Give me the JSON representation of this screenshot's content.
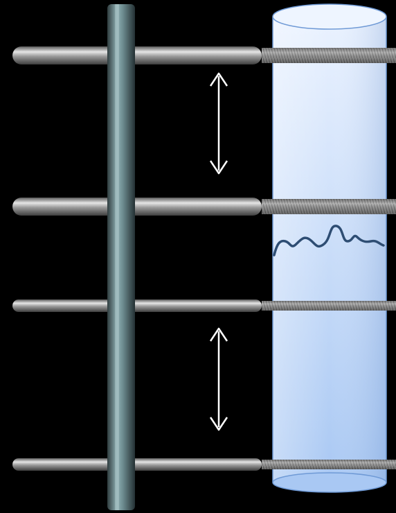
{
  "diagram": {
    "background_color": "#000000",
    "cylinder": {
      "name": "transparent-tube",
      "fill_top": "#eaf2ff",
      "fill_bottom": "#a9c8f3",
      "edge_color": "#6f9ad6"
    },
    "vertical_post": {
      "name": "vertical-support-rod",
      "color": "#6f8e92"
    },
    "horizontal_rods": [
      {
        "name": "rod-1",
        "threaded_end": true
      },
      {
        "name": "rod-2",
        "threaded_end": true
      },
      {
        "name": "rod-3",
        "threaded_end": true
      },
      {
        "name": "rod-4",
        "threaded_end": true
      }
    ],
    "rod_color": "#9a9a9a",
    "thread_color": "#7a7a7a",
    "arrows": [
      {
        "name": "spacing-arrow-upper",
        "icon": "double-headed-vertical-arrow-icon",
        "color": "#ffffff"
      },
      {
        "name": "spacing-arrow-lower",
        "icon": "double-headed-vertical-arrow-icon",
        "color": "#ffffff"
      }
    ],
    "interface_line": {
      "name": "wavy-interface-line",
      "color": "#2e4d73"
    }
  }
}
